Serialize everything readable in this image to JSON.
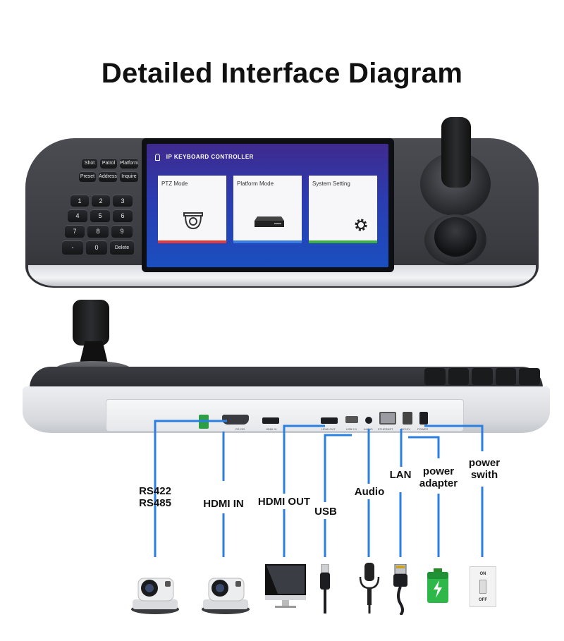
{
  "title": "Detailed Interface Diagram",
  "screen": {
    "header": "IP KEYBOARD CONTROLLER",
    "panels": [
      {
        "label": "PTZ Mode",
        "bar_color": "#e23b3b"
      },
      {
        "label": "Platform Mode",
        "bar_color": "#3a7de0"
      },
      {
        "label": "System Setting",
        "bar_color": "#3cb043"
      }
    ]
  },
  "keypad": {
    "function_keys": [
      "Shot",
      "Patrol",
      "Platform",
      "Preset",
      "Address",
      "Inquire"
    ],
    "number_keys": [
      "1",
      "2",
      "3",
      "4",
      "5",
      "6",
      "7",
      "8",
      "9",
      "-",
      "0",
      "Delete"
    ]
  },
  "port_labels": [
    "RS 232",
    "HDMI IN",
    "HDMI OUT",
    "USB 2.0",
    "AUDIO",
    "ETHERNET",
    "DC12V",
    "POWER"
  ],
  "callouts": [
    {
      "line1": "RS422",
      "line2": "RS485"
    },
    {
      "line1": "HDMI IN",
      "line2": ""
    },
    {
      "line1": "HDMI OUT",
      "line2": ""
    },
    {
      "line1": "USB",
      "line2": ""
    },
    {
      "line1": "Audio",
      "line2": ""
    },
    {
      "line1": "LAN",
      "line2": ""
    },
    {
      "line1": "power",
      "line2": "adapter"
    },
    {
      "line1": "power",
      "line2": "swith"
    }
  ],
  "switch": {
    "on": "ON",
    "off": "OFF"
  },
  "colors": {
    "line": "#2a7fe0",
    "title": "#111111"
  },
  "icons": [
    "ptz-camera-icon",
    "ptz-camera-icon",
    "monitor-icon",
    "usb-cable-icon",
    "microphone-icon",
    "ethernet-cable-icon",
    "battery-icon",
    "power-switch-icon"
  ]
}
